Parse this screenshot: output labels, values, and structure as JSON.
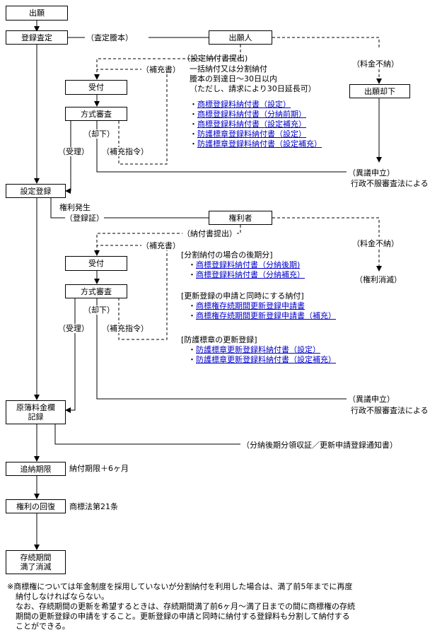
{
  "boxes": {
    "application": "出願",
    "examination": "登録査定",
    "applicant": "出願人",
    "receipt1": "受付",
    "formal_exam1": "方式審査",
    "dismissal1": "出願却下",
    "registration": "設定登録",
    "right_holder": "権利者",
    "receipt2": "受付",
    "formal_exam2": "方式審査",
    "ledger_record": [
      "原簿料金欄",
      "記録"
    ],
    "additional_payment": "追納期限",
    "right_restoration": "権利の回復",
    "expiry": [
      "存続期間",
      "満了消滅"
    ]
  },
  "labels": {
    "examination_copy": "（査定謄本）",
    "setting_payment_submit": "（設定納付書提出)",
    "lump_sum": "一括納付又は分割納付",
    "deadline": "謄本の到達日～30日以内",
    "extension": "（ただし、請求により30日延長可）",
    "supplement1": "（補充書）",
    "rejection1": "（却下）",
    "acceptance1": "（受理）",
    "supplement_order1": "（補充指令）",
    "fee_unpaid1": "（料金不納）",
    "objection1": "（異議申立）",
    "admin_appeal1": "行政不服審査法による",
    "right_arises": "権利発生",
    "reg_certificate": "（登録証）",
    "payment_submit": "（納付書提出）",
    "supplement2": "（補充書）",
    "fee_unpaid2": "（料金不納）",
    "right_extinction": "（権利消滅）",
    "rejection2": "（却下）",
    "acceptance2": "（受理）",
    "supplement_order2": "（補充指令）",
    "objection2": "（異議申立）",
    "admin_appeal2": "行政不服審査法による",
    "receipt_notice": "（分納後期分領収証／更新申請登録通知書）",
    "payment_deadline": "納付期限＋6ヶ月",
    "trademark_law": "商標法第21条"
  },
  "links_setting": [
    "商標登録料納付書（設定）",
    "商標登録料納付書（分納前期）",
    "商標登録料納付書（設定補充）",
    "防護標章登録料納付書（設定）",
    "防護標章登録料納付書（設定補充）"
  ],
  "section_split": {
    "title": "[分割納付の場合の後期分]",
    "links": [
      "商標登録料納付書（分納後期)",
      "商標登録料納付書（分納補充）"
    ]
  },
  "section_renewal": {
    "title": "[更新登録の申請と同時にする納付]",
    "links": [
      "商標権存続期間更新登録申請書",
      "商標権存続期間更新登録申請書（補充）"
    ]
  },
  "section_defensive": {
    "title": "[防護標章の更新登録]",
    "links": [
      "防護標章更新登録料納付書（設定）",
      "防護標章更新登録料納付書（設定補充）"
    ]
  },
  "note_lines": [
    "※商標権については年金制度を採用していないが分割納付を利用した場合は、満了前5年までに再度",
    "納付しなければならない。",
    "なお、存続期間の更新を希望するときは、存続期間満了前6ヶ月～満了日までの間に商標権の存続",
    "期間の更新登録の申請をすること。更新登録の申請と同時に納付する登録料も分割して納付する",
    "ことができる。"
  ]
}
